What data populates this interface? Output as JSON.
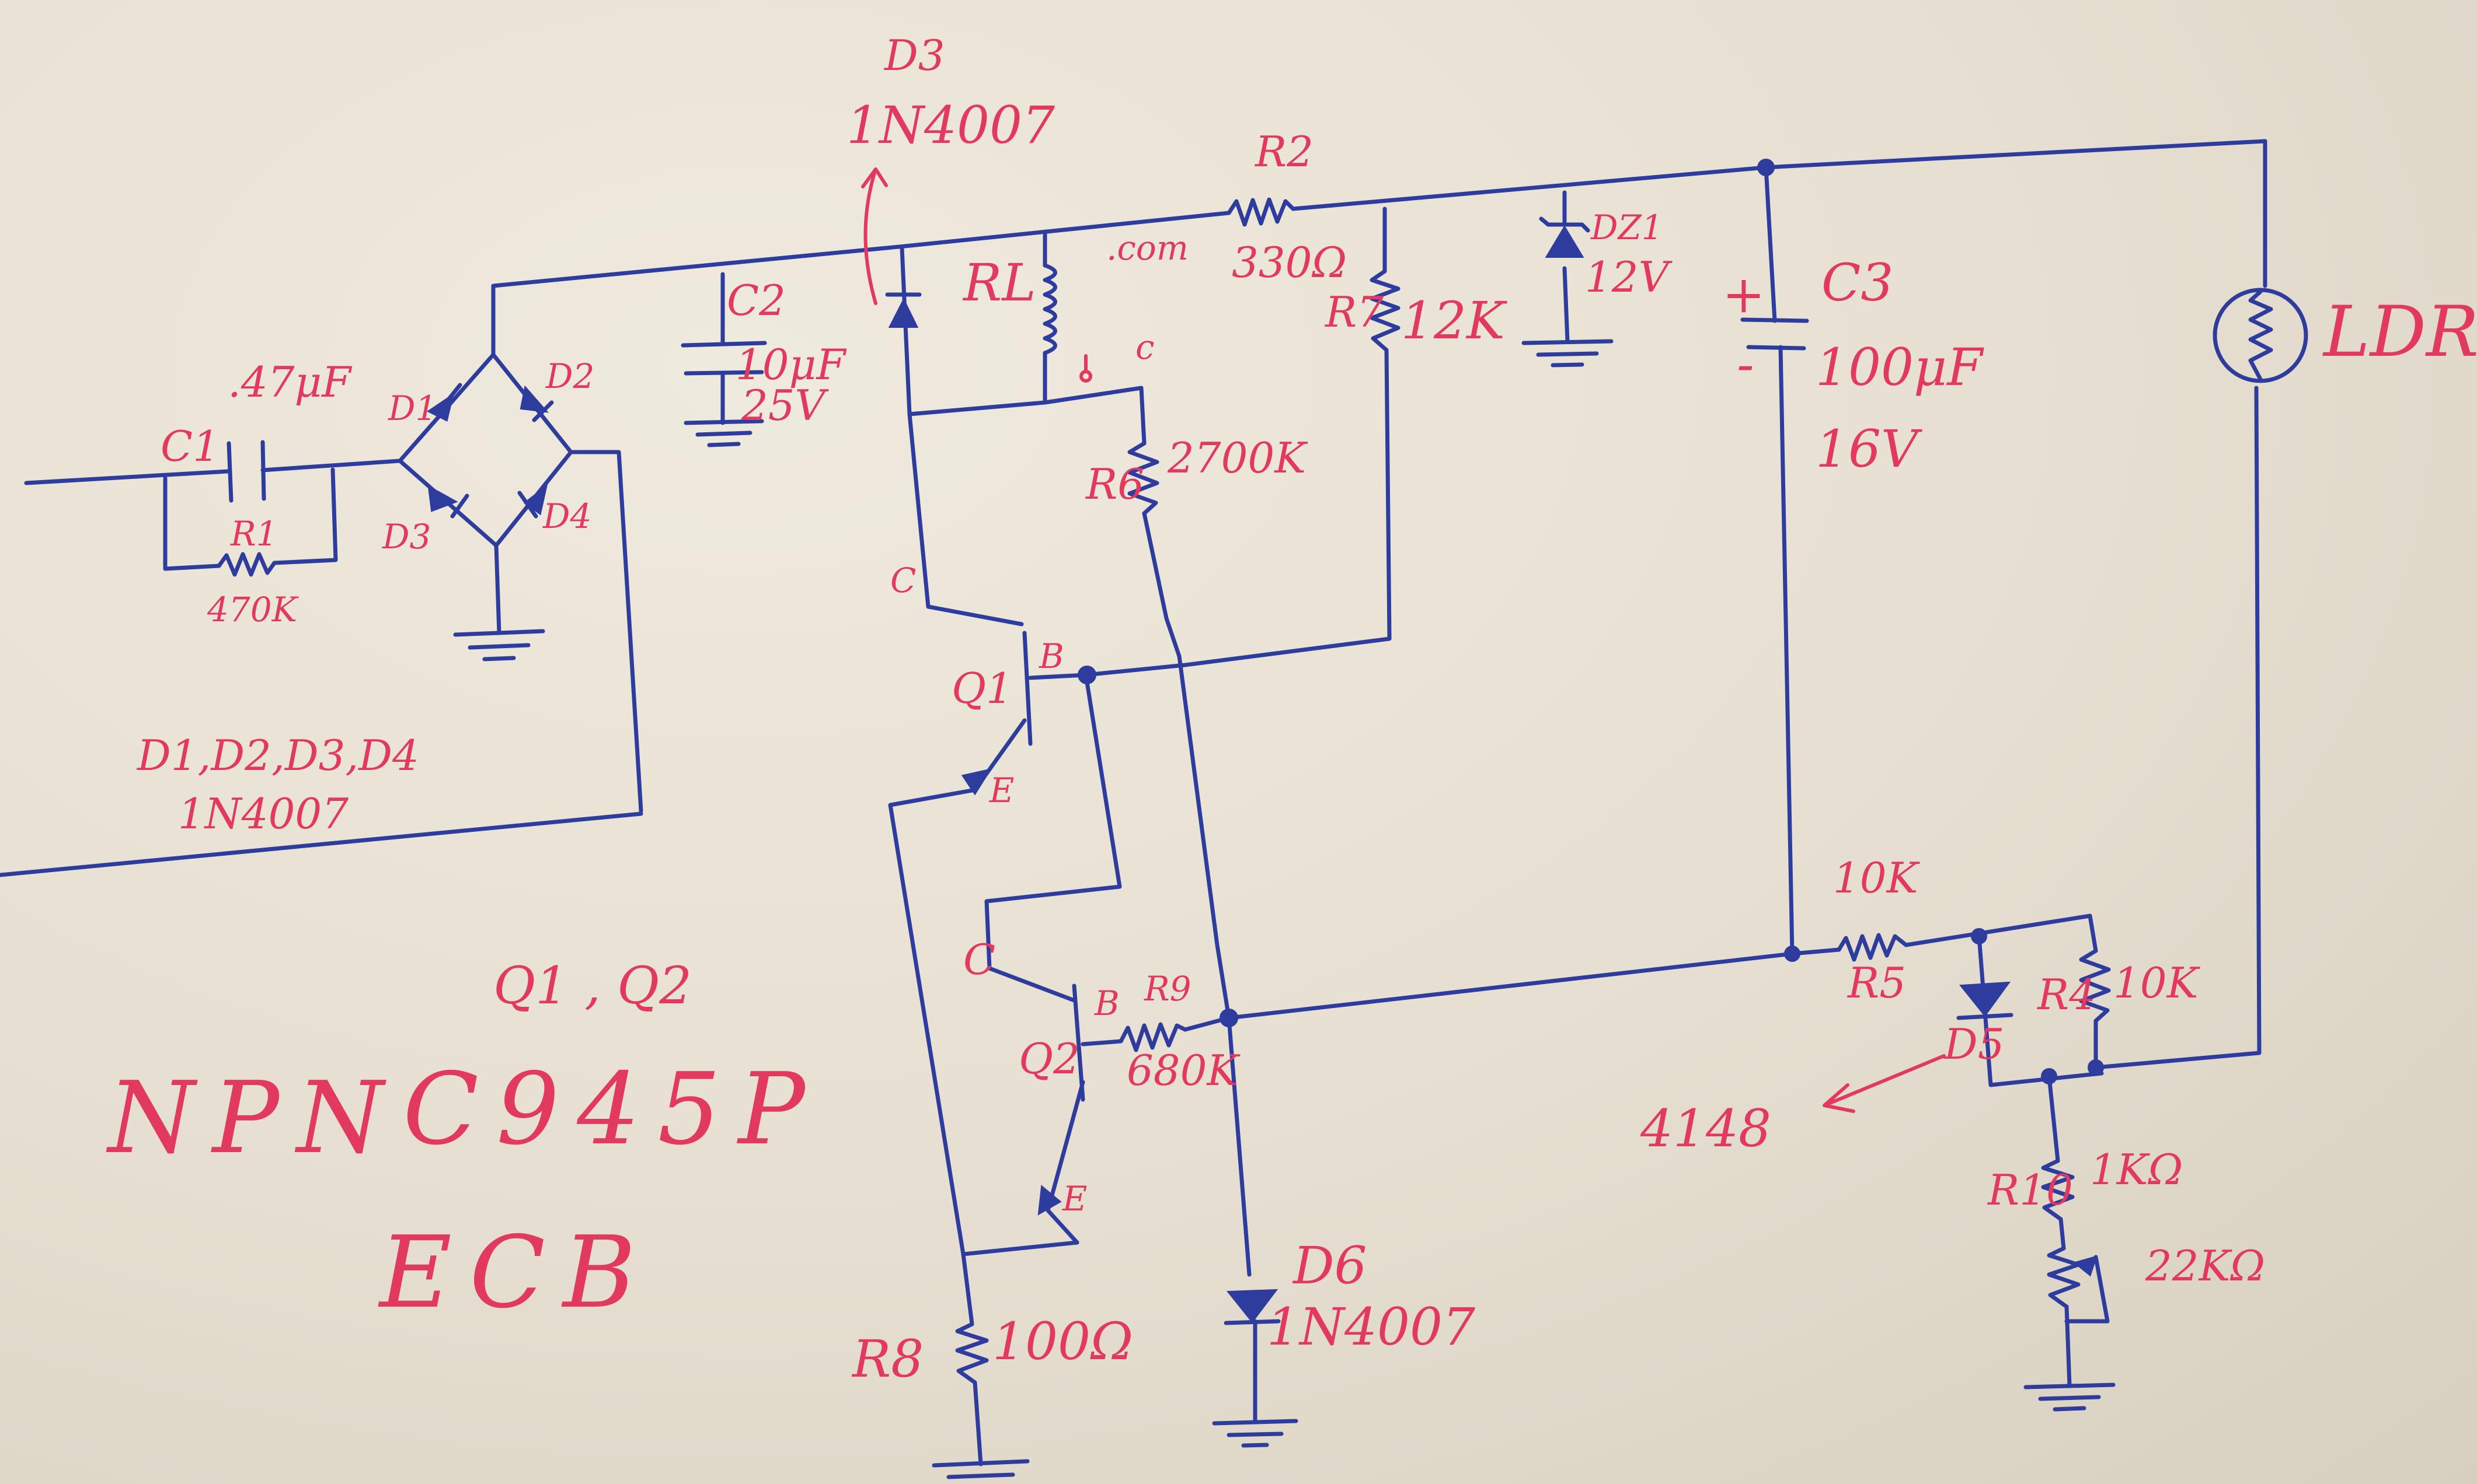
{
  "labels": {
    "d3_name": "D3",
    "d3_part": "1N4007",
    "rl": "RL",
    "com": ".com",
    "nc": "c",
    "r2_name": "R2",
    "r2_value": "330Ω",
    "r7_name": "R7",
    "r7_value": "12K",
    "dz1_name": "DZ1",
    "dz1_value": "12V",
    "c1_value": ".47μF",
    "c1_name": "C1",
    "r1_name": "R1",
    "r1_value": "470K",
    "c2_name": "C2",
    "c2_value": "10μF",
    "c2_voltage": "25V",
    "d1": "D1",
    "d2": "D2",
    "d3_bridge": "D3",
    "d4": "D4",
    "bridge_list": "D1,D2,D3,D4",
    "bridge_part": "1N4007",
    "r6_name": "R6",
    "r6_value": "2700K",
    "q1_c": "C",
    "q1_b": "B",
    "q1_name": "Q1",
    "q1_e": "E",
    "q2_c": "C",
    "q2_b": "B",
    "r9_name": "R9",
    "q2_name": "Q2",
    "r9_value": "680K",
    "q2_e": "E",
    "r8_name": "R8",
    "r8_value": "100Ω",
    "d6_name": "D6",
    "d6_part": "1N4007",
    "c3_name": "C3",
    "c3_value": "100μF",
    "c3_voltage": "16V",
    "c3_plus": "+",
    "c3_minus": "-",
    "ldr": "LDR",
    "r5_value": "10K",
    "r5_name": "R5",
    "r4_name": "R4",
    "r4_value": "10K",
    "d5_name": "D5",
    "d5_part": "4148",
    "r10_name": "R10",
    "r10_value": "1KΩ",
    "pot_value": "22KΩ",
    "transistors": "Q1 , Q2",
    "type": "NPN",
    "part": "C945P",
    "pinout": "ECB"
  }
}
